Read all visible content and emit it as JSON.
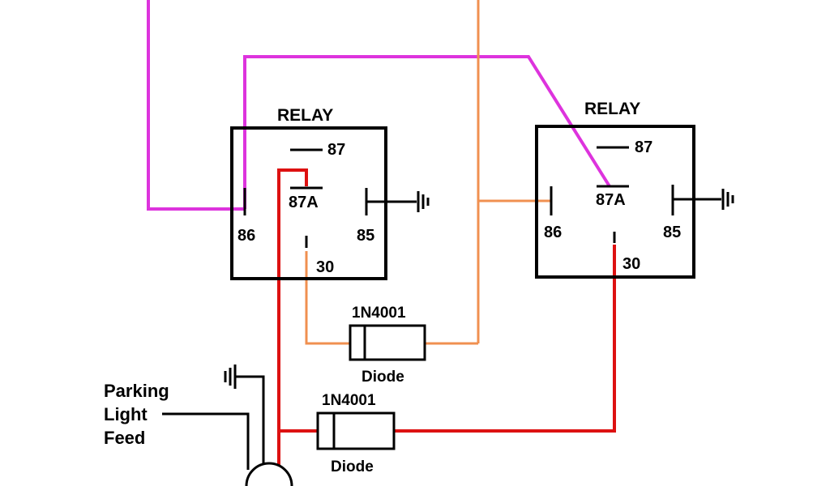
{
  "colors": {
    "background": "#ffffff",
    "outline": "#000000",
    "magenta_wire": "#dd33dd",
    "orange_wire": "#f09050",
    "red_wire": "#dd1111"
  },
  "relay_left": {
    "title": "RELAY",
    "pin_87": "87",
    "pin_87a": "87A",
    "pin_86": "86",
    "pin_85": "85",
    "pin_30": "30"
  },
  "relay_right": {
    "title": "RELAY",
    "pin_87": "87",
    "pin_87a": "87A",
    "pin_86": "86",
    "pin_85": "85",
    "pin_30": "30"
  },
  "diode_upper": {
    "part_number": "1N4001",
    "label": "Diode"
  },
  "diode_lower": {
    "part_number": "1N4001",
    "label": "Diode"
  },
  "feed_label": {
    "line1": "Parking",
    "line2": "Light",
    "line3": "Feed"
  }
}
